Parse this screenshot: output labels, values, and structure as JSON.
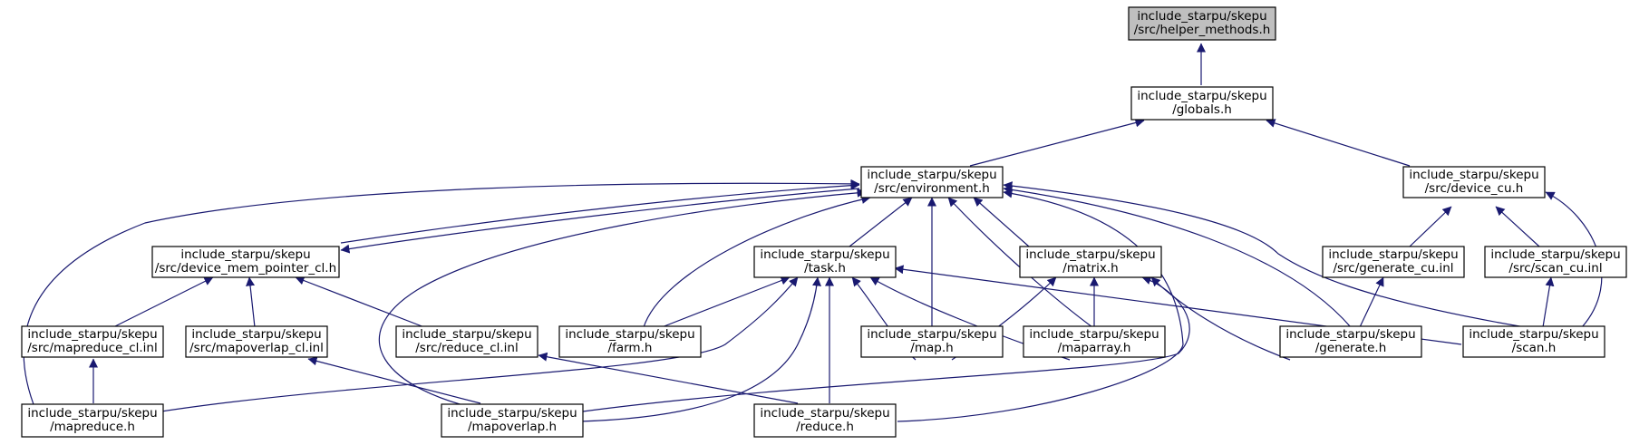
{
  "graph": {
    "nodes": {
      "helper_methods": {
        "line1": "include_starpu/skepu",
        "line2": "/src/helper_methods.h",
        "highlighted": true
      },
      "globals": {
        "line1": "include_starpu/skepu",
        "line2": "/globals.h"
      },
      "environment": {
        "line1": "include_starpu/skepu",
        "line2": "/src/environment.h"
      },
      "device_cu": {
        "line1": "include_starpu/skepu",
        "line2": "/src/device_cu.h"
      },
      "device_mem_pointer_cl": {
        "line1": "include_starpu/skepu",
        "line2": "/src/device_mem_pointer_cl.h"
      },
      "task": {
        "line1": "include_starpu/skepu",
        "line2": "/task.h"
      },
      "matrix": {
        "line1": "include_starpu/skepu",
        "line2": "/matrix.h"
      },
      "generate_cu": {
        "line1": "include_starpu/skepu",
        "line2": "/src/generate_cu.inl"
      },
      "scan_cu": {
        "line1": "include_starpu/skepu",
        "line2": "/src/scan_cu.inl"
      },
      "mapreduce_cl": {
        "line1": "include_starpu/skepu",
        "line2": "/src/mapreduce_cl.inl"
      },
      "mapoverlap_cl": {
        "line1": "include_starpu/skepu",
        "line2": "/src/mapoverlap_cl.inl"
      },
      "reduce_cl": {
        "line1": "include_starpu/skepu",
        "line2": "/src/reduce_cl.inl"
      },
      "farm": {
        "line1": "include_starpu/skepu",
        "line2": "/farm.h"
      },
      "map": {
        "line1": "include_starpu/skepu",
        "line2": "/map.h"
      },
      "maparray": {
        "line1": "include_starpu/skepu",
        "line2": "/maparray.h"
      },
      "generate": {
        "line1": "include_starpu/skepu",
        "line2": "/generate.h"
      },
      "scan": {
        "line1": "include_starpu/skepu",
        "line2": "/scan.h"
      },
      "mapreduce": {
        "line1": "include_starpu/skepu",
        "line2": "/mapreduce.h"
      },
      "mapoverlap": {
        "line1": "include_starpu/skepu",
        "line2": "/mapoverlap.h"
      },
      "reduce": {
        "line1": "include_starpu/skepu",
        "line2": "/reduce.h"
      }
    },
    "edges": [
      [
        "globals",
        "helper_methods"
      ],
      [
        "environment",
        "globals"
      ],
      [
        "device_cu",
        "globals"
      ],
      [
        "device_mem_pointer_cl",
        "environment"
      ],
      [
        "environment",
        "device_mem_pointer_cl"
      ],
      [
        "task",
        "environment"
      ],
      [
        "matrix",
        "environment"
      ],
      [
        "farm",
        "environment"
      ],
      [
        "map",
        "environment"
      ],
      [
        "maparray",
        "environment"
      ],
      [
        "generate",
        "environment"
      ],
      [
        "scan",
        "environment"
      ],
      [
        "mapreduce",
        "environment"
      ],
      [
        "mapoverlap",
        "environment"
      ],
      [
        "reduce",
        "environment"
      ],
      [
        "generate_cu",
        "device_cu"
      ],
      [
        "scan_cu",
        "device_cu"
      ],
      [
        "scan",
        "device_cu"
      ],
      [
        "mapreduce_cl",
        "device_mem_pointer_cl"
      ],
      [
        "mapoverlap_cl",
        "device_mem_pointer_cl"
      ],
      [
        "reduce_cl",
        "device_mem_pointer_cl"
      ],
      [
        "farm",
        "task"
      ],
      [
        "map",
        "task"
      ],
      [
        "maparray",
        "task"
      ],
      [
        "scan",
        "task"
      ],
      [
        "mapreduce",
        "task"
      ],
      [
        "mapoverlap",
        "task"
      ],
      [
        "reduce",
        "task"
      ],
      [
        "map",
        "matrix"
      ],
      [
        "maparray",
        "matrix"
      ],
      [
        "generate",
        "matrix"
      ],
      [
        "mapoverlap",
        "matrix"
      ],
      [
        "generate",
        "generate_cu"
      ],
      [
        "scan",
        "scan_cu"
      ],
      [
        "mapreduce",
        "mapreduce_cl"
      ],
      [
        "mapoverlap",
        "mapoverlap_cl"
      ],
      [
        "reduce",
        "reduce_cl"
      ]
    ],
    "colors": {
      "edge": "#191970",
      "root_fill": "#bfbfbf",
      "node_fill": "#ffffff",
      "node_border": "#000000"
    }
  }
}
